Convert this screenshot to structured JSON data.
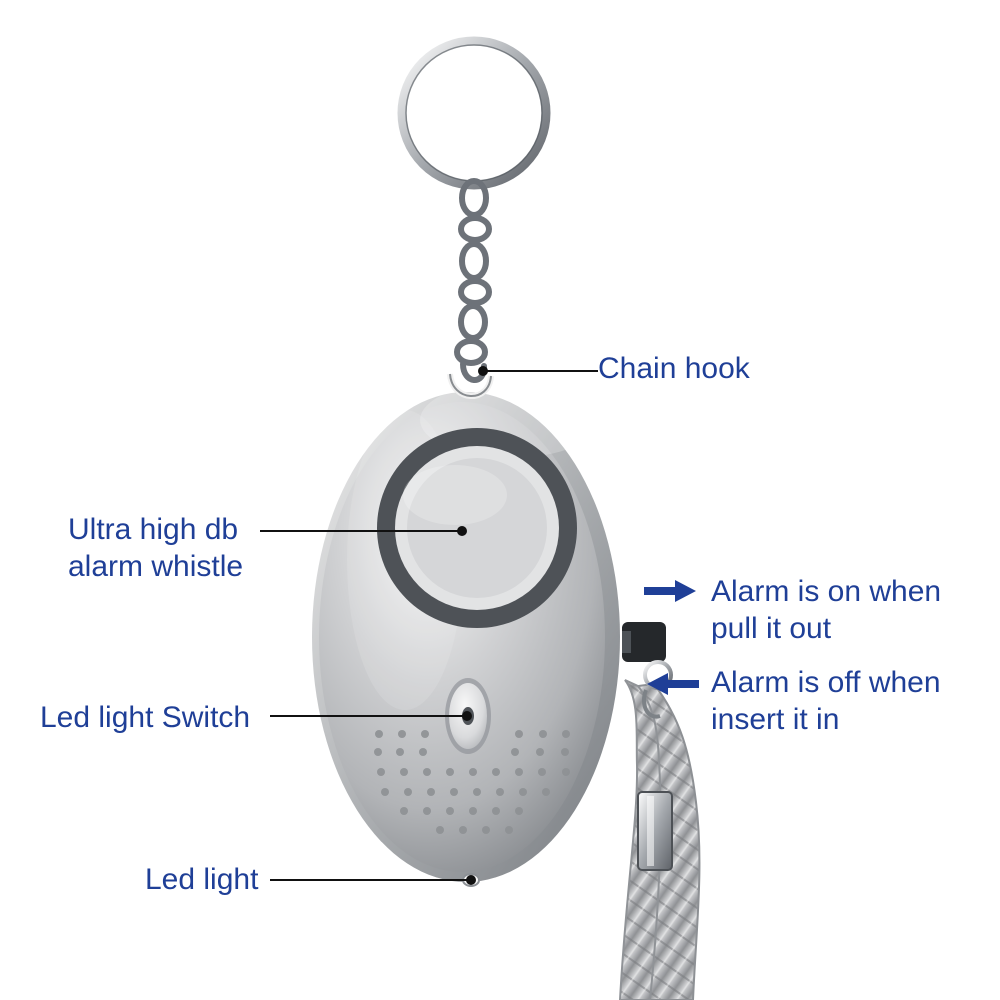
{
  "labels": {
    "chain_hook": "Chain hook",
    "alarm_whistle_line_1": "Ultra high db",
    "alarm_whistle_line_2": "alarm whistle",
    "led_switch": "Led light Switch",
    "led_light": "Led light",
    "alarm_on_line_1": "Alarm is on when",
    "alarm_on_line_2": "pull it out",
    "alarm_off_line_1": "Alarm is off when",
    "alarm_off_line_2": "insert it in"
  },
  "colors": {
    "label_text": "#1f3f97",
    "arrow": "#1f3f97",
    "leader_line": "#111111",
    "device_body": "#c9cacc",
    "speaker_ring": "#4e5257"
  },
  "icons": {
    "on_arrow": "right-arrow-icon",
    "off_arrow": "left-arrow-icon"
  }
}
